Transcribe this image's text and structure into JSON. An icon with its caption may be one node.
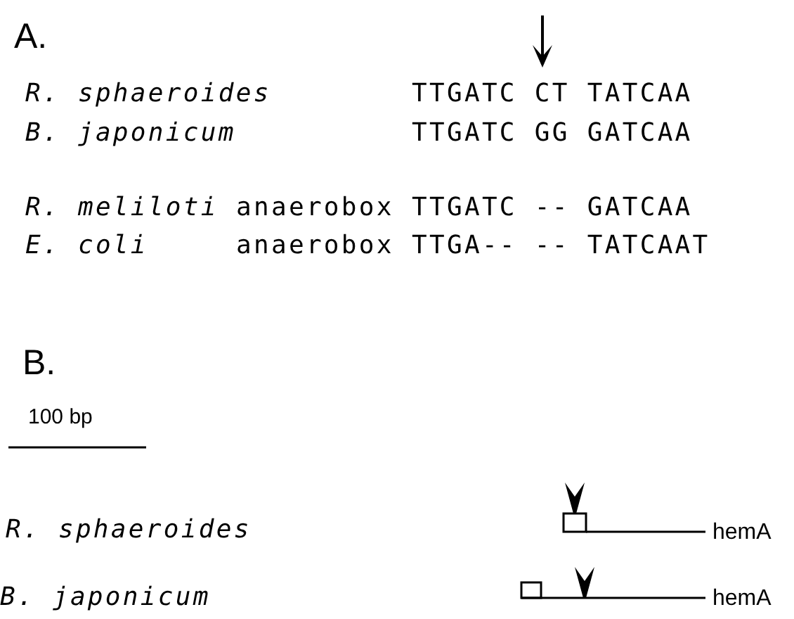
{
  "diagram": {
    "labels": [
      "A.",
      "R. sphaeroides",
      "TTGATC CT TATCAA",
      "B. japonicum",
      "TTGATC GG GATCAA",
      "R. meliloti",
      "anaerobox",
      "TTGATC -- GATCAA",
      "E. coli",
      "anaerobox",
      "TTGA-- -- TATCAAT",
      "B.",
      "100 bp",
      "R. sphaeroides",
      "hemA",
      "B. japonicum",
      "hemA"
    ]
  }
}
